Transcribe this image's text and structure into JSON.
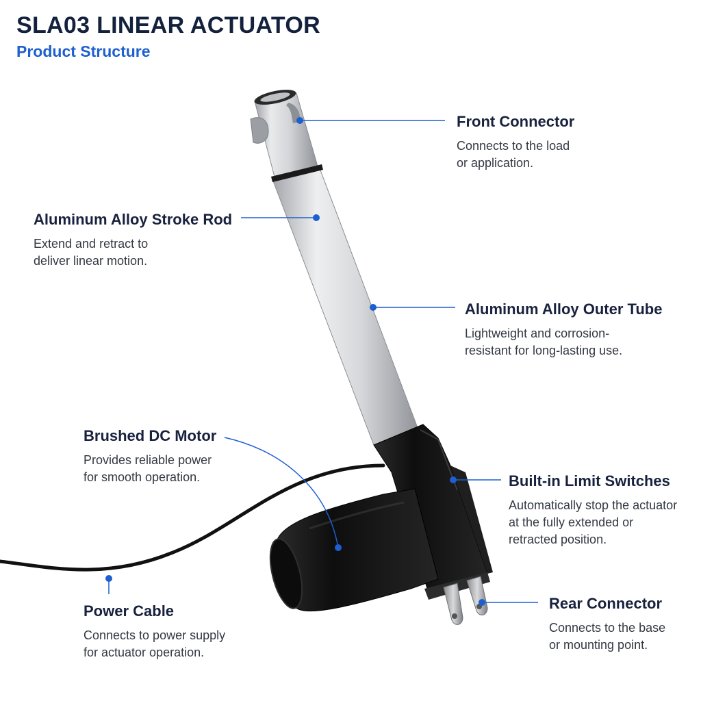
{
  "header": {
    "title": "SLA03 LINEAR ACTUATOR",
    "subtitle": "Product Structure"
  },
  "colors": {
    "accent": "#1d5fd0",
    "heading": "#18213d",
    "body_text": "#333842",
    "rod_metal": "#d8dadd",
    "motor_black": "#141414"
  },
  "callouts": {
    "front_connector": {
      "name": "Front Connector",
      "lines": [
        "Connects to the load",
        "or application."
      ]
    },
    "stroke_rod": {
      "name": "Aluminum Alloy Stroke Rod",
      "lines": [
        "Extend and retract to",
        "deliver linear motion."
      ]
    },
    "outer_tube": {
      "name": "Aluminum Alloy Outer Tube",
      "lines": [
        "Lightweight and corrosion-",
        "resistant for long-lasting use."
      ]
    },
    "dc_motor": {
      "name": "Brushed DC Motor",
      "lines": [
        "Provides reliable power",
        "for smooth operation."
      ]
    },
    "limit_switches": {
      "name": "Built-in Limit Switches",
      "lines": [
        "Automatically stop the actuator",
        "at the fully extended or",
        "retracted position."
      ]
    },
    "power_cable": {
      "name": "Power Cable",
      "lines": [
        "Connects to power supply",
        "for actuator operation."
      ]
    },
    "rear_connector": {
      "name": "Rear Connector",
      "lines": [
        "Connects to the base",
        "or mounting point."
      ]
    }
  }
}
